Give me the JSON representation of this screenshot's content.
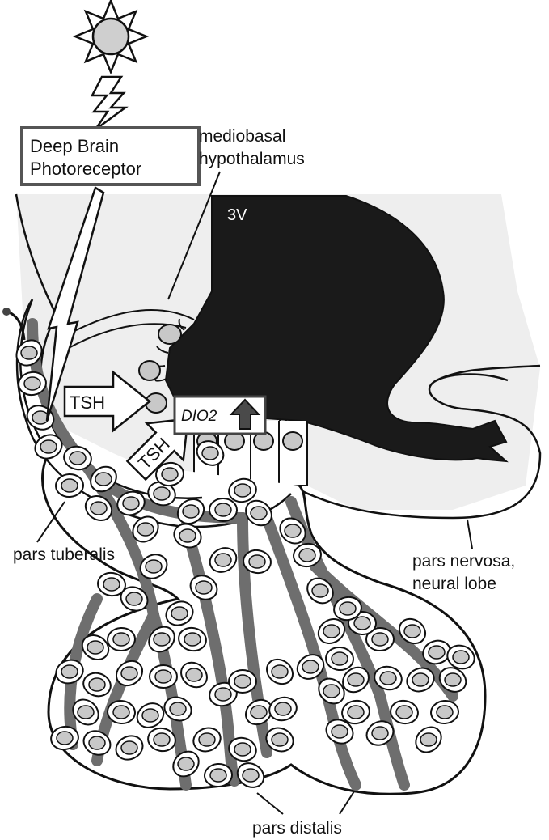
{
  "labels": {
    "deep_brain_line1": "Deep Brain",
    "deep_brain_line2": "Photoreceptor",
    "mbh_line1": "mediobasal",
    "mbh_line2": "hypothalamus",
    "third_ventricle": "3V",
    "tsh_horizontal": "TSH",
    "tsh_diagonal": "TSH",
    "dio2": "DIO2",
    "pars_tuberalis": "pars tuberalis",
    "pars_nervosa_line1": "pars nervosa,",
    "pars_nervosa_line2": "neural lobe",
    "pars_distalis": "pars distalis"
  },
  "colors": {
    "ventricle": "#1a1a1a",
    "hypothalamus_tissue": "#eeeeee",
    "vessel": "#6e6e6e",
    "cell_fill": "#ffffff",
    "nucleus_fill": "#c8c8c8",
    "sun_fill": "#cfcfcf",
    "arrow_up": "#4a4a4a"
  },
  "icons": {
    "sun": "sun-icon",
    "light_bolt": "lightning-bolt-icon",
    "up_arrow": "up-arrow-icon"
  }
}
